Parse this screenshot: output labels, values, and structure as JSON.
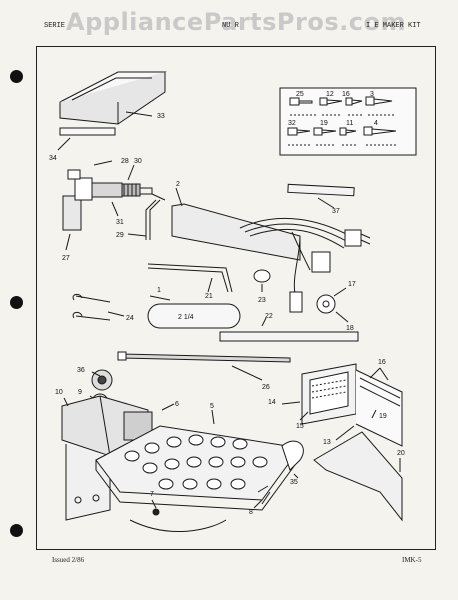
{
  "watermark": "AppliancePartsPros.com",
  "header": {
    "left": "SERIE",
    "center": "NU R",
    "right": "I   E MAKER KIT"
  },
  "callouts": {
    "c1": "1",
    "c2": "2",
    "c3": "3",
    "c4": "4",
    "c5": "5",
    "c6": "6",
    "c7": "7",
    "c8": "8",
    "c9": "9",
    "c10": "10",
    "c11": "11",
    "c12": "12",
    "c13": "13",
    "c14": "14",
    "c15": "15",
    "c16a": "16",
    "c16b": "16",
    "c17": "17",
    "c18": "18",
    "c19a": "19",
    "c19b": "19",
    "c20": "20",
    "c21": "21",
    "c22": "22",
    "c23": "23",
    "c24": "24",
    "c25": "25",
    "c26": "26",
    "c27": "27",
    "c28": "28",
    "c29": "29",
    "c30": "30",
    "c31": "31",
    "c32": "32",
    "c33": "33",
    "c34": "34",
    "c35": "35",
    "c36": "36",
    "c37": "37"
  },
  "tube_mark": "2 1/4",
  "footer": {
    "issued": "Issued 2/86",
    "code": "IMK-5"
  }
}
